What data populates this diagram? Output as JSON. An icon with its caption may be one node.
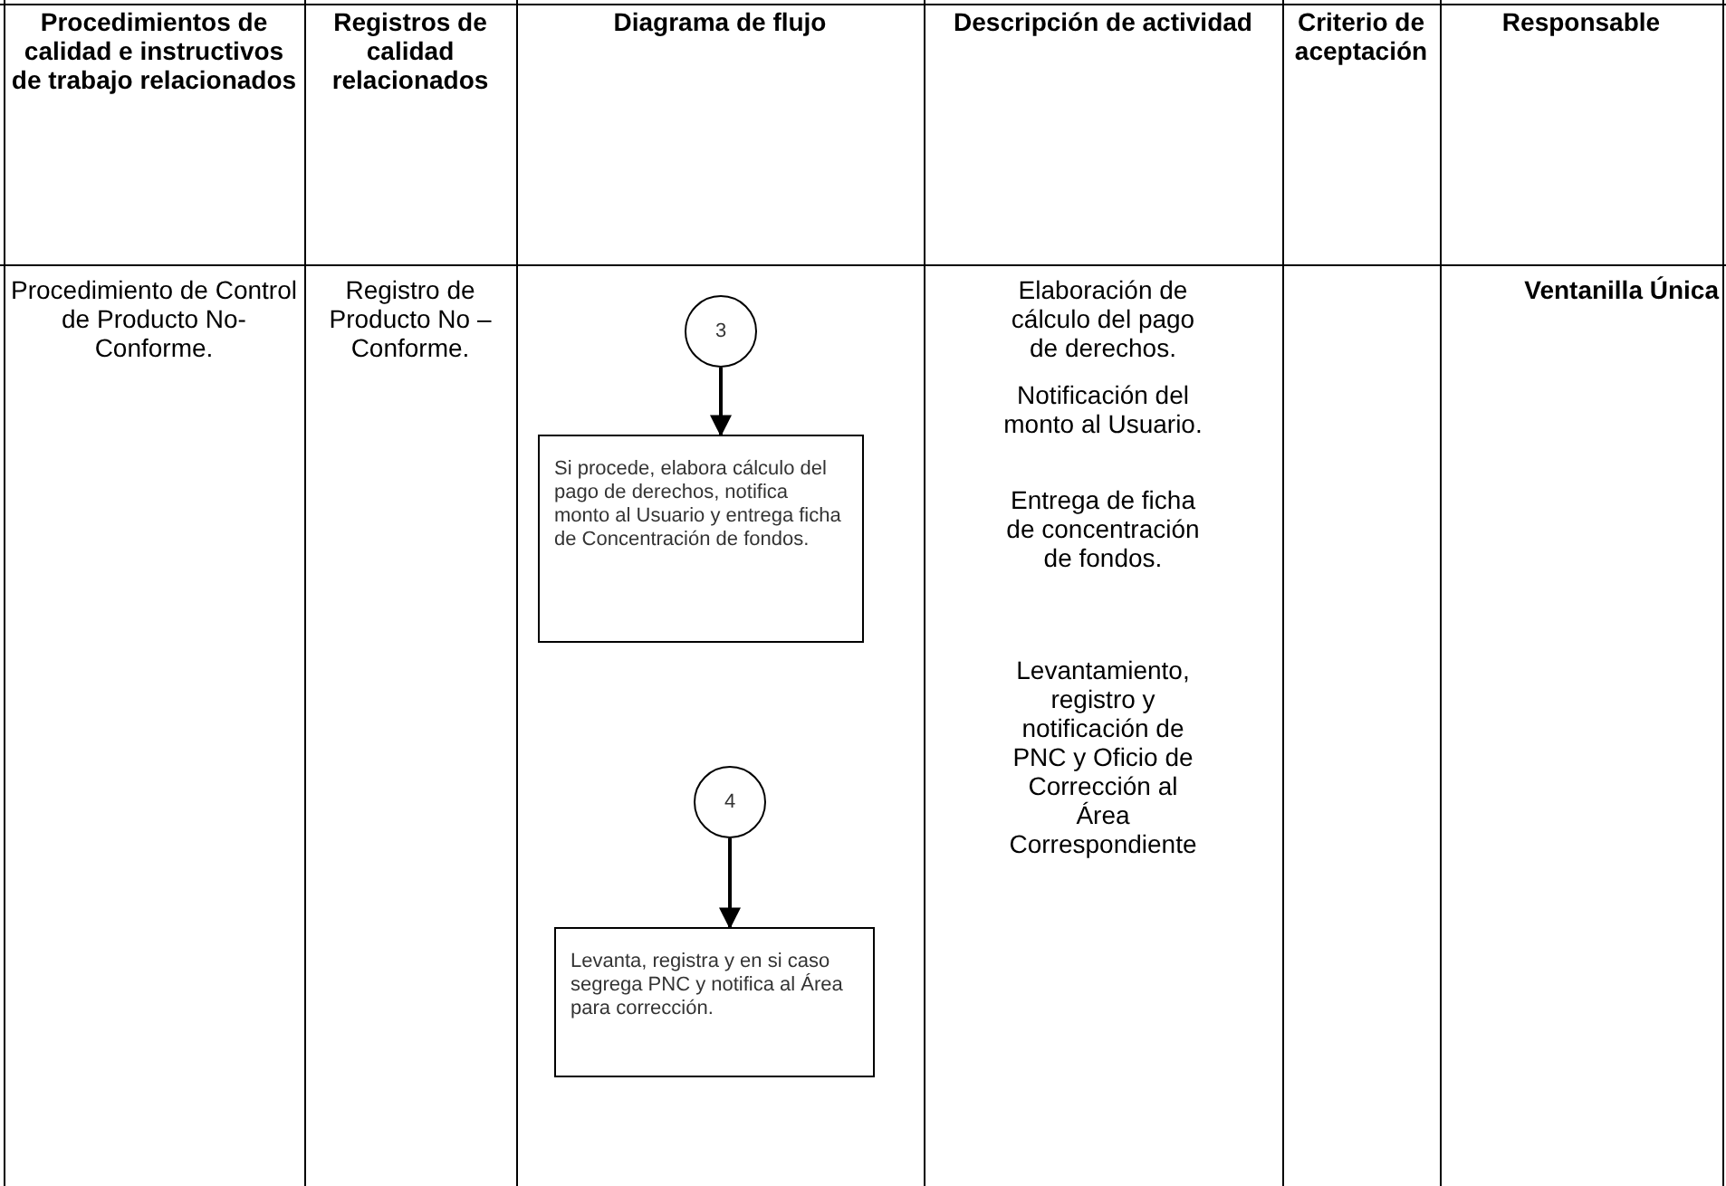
{
  "diagram": {
    "nodes": [
      {
        "text": [
          "3"
        ]
      },
      {
        "text": [
          "Si procede, elabora cálculo del pago de derechos, notifica monto al Usuario y entrega ficha de Concentración de fondos."
        ]
      },
      {
        "text": [
          "4"
        ]
      },
      {
        "text": [
          "Levanta, registra y en si caso segrega PNC y notifica al Área para corrección."
        ]
      }
    ],
    "edges": [
      {
        "from": 0,
        "to": 1,
        "arrow": "to"
      },
      {
        "from": 2,
        "to": 3,
        "arrow": "to"
      }
    ],
    "labels": [
      "Procedimientos de calidad e instructivos de trabajo relacionados",
      "Registros de calidad relacionados",
      "Diagrama de flujo",
      "Descripción de actividad",
      "Criterio de aceptación",
      "Responsable",
      "Procedimiento de Control de Producto No-Conforme.",
      "Registro de Producto No – Conforme.",
      "Elaboración de cálculo del pago de derechos.",
      "Notificación del monto al Usuario.",
      "Entrega de ficha de concentración de fondos.",
      "Levantamiento, registro y notificación de PNC y Oficio de Corrección al Área Correspondiente",
      "Ventanilla Única"
    ]
  }
}
